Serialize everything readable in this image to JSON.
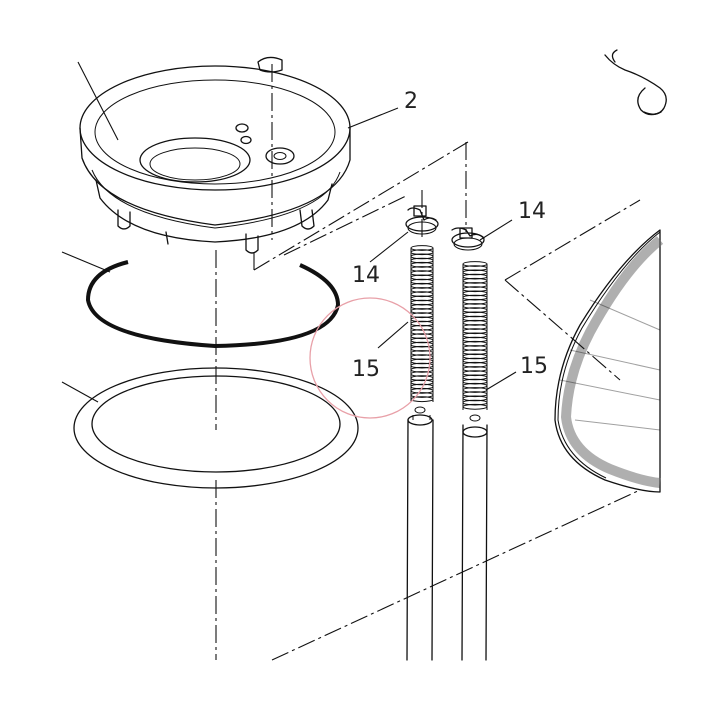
{
  "callouts": [
    {
      "id": "2",
      "text": "2"
    },
    {
      "id": "14a",
      "text": "14"
    },
    {
      "id": "14b",
      "text": "14"
    },
    {
      "id": "15a",
      "text": "15"
    },
    {
      "id": "15b",
      "text": "15"
    }
  ],
  "colors": {
    "ink": "#111111",
    "highlight_circle": "#e8a0a8",
    "tank_fill": "#6e6e6e",
    "background": "#ffffff"
  },
  "parts": {
    "part_2": "valve-housing-cup",
    "part_14": "hose-clamp",
    "part_15": "spring-hose-guard"
  }
}
